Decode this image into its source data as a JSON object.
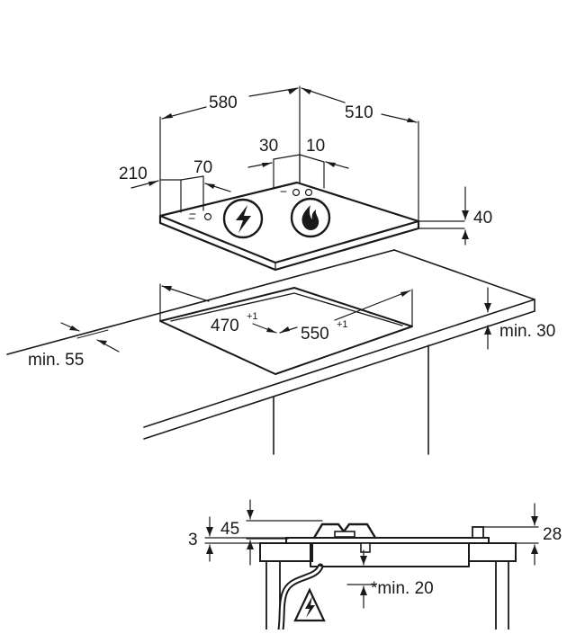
{
  "dimensions": {
    "width_580": "580",
    "depth_510": "510",
    "offset_210": "210",
    "offset_70": "70",
    "offset_30": "30",
    "offset_10": "10",
    "height_40": "40",
    "cutout_width": "550",
    "cutout_depth": "470",
    "tolerance": "+1",
    "min_front": "min. 55",
    "min_top": "min. 30",
    "side_3": "3",
    "side_45": "45",
    "side_28": "28",
    "min_below": "*min. 20"
  },
  "icons": {
    "electric": "lightning-bolt-icon",
    "gas": "flame-icon",
    "warning": "electrical-hazard-warning-icon"
  },
  "colors": {
    "line": "#1a1a1a",
    "background": "#ffffff"
  }
}
